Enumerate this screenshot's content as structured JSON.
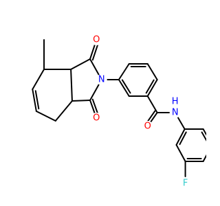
{
  "molecule": {
    "atoms": {
      "o_top": {
        "symbol": "O",
        "color": "#ff0000"
      },
      "o_bottom": {
        "symbol": "O",
        "color": "#ff0000"
      },
      "o_amide": {
        "symbol": "O",
        "color": "#ff0000"
      },
      "n_imide": {
        "symbol": "N",
        "color": "#0000ff"
      },
      "n_amide": {
        "symbol": "N",
        "color": "#0000ff"
      },
      "h_amide": {
        "symbol": "H",
        "color": "#0000ff"
      },
      "f": {
        "symbol": "F",
        "color": "#33cccc"
      }
    },
    "bond_color": "#000000"
  }
}
